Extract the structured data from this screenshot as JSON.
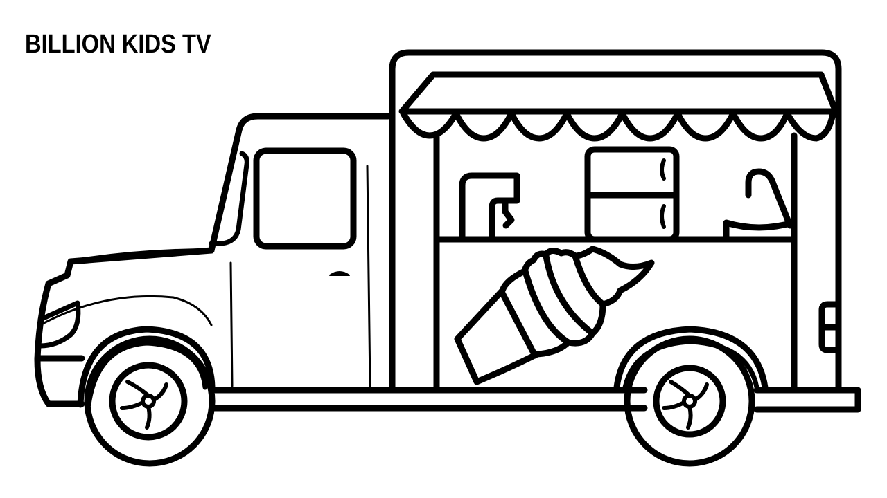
{
  "watermark": {
    "text": "BILLION KIDS TV"
  },
  "artwork": {
    "subject": "ice cream truck coloring page",
    "style": "black line art on white",
    "colors": {
      "line": "#000000",
      "background": "#ffffff"
    },
    "elements": [
      "truck-cab",
      "cab-window",
      "door-handle",
      "hood",
      "headlight",
      "bumper",
      "awning",
      "shop-window",
      "faucet",
      "fridge",
      "ice-cream-scoop",
      "ice-cream-cone-decal",
      "tail-light",
      "front-wheel",
      "rear-wheel",
      "chassis"
    ]
  }
}
